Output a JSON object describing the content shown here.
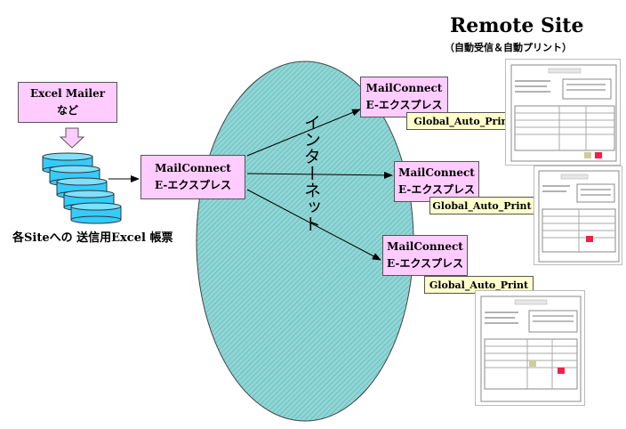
{
  "title": "Remote Site",
  "subtitle": "（自動受信＆自動プリント）",
  "excel_mailer": {
    "line1": "Excel Mailer",
    "line2": "など"
  },
  "forms_caption": "各Siteへの 送信用Excel 帳票",
  "internet_label": "インターネット",
  "sender": {
    "line1": "MailConnect",
    "line2": "E-エクスプレス"
  },
  "receivers": [
    {
      "line1": "MailConnect",
      "line2": "E-エクスプレス",
      "tag": "Global_Auto_Print"
    },
    {
      "line1": "MailConnect",
      "line2": "E-エクスプレス",
      "tag": "Global_Auto_Print"
    },
    {
      "line1": "MailConnect",
      "line2": "E-エクスプレス",
      "tag": "Global_Auto_Print"
    }
  ],
  "colors": {
    "box": "#ffccff",
    "tag": "#ffffcc",
    "globe": "#8fd6d6",
    "cylinder": "#33ccff"
  }
}
